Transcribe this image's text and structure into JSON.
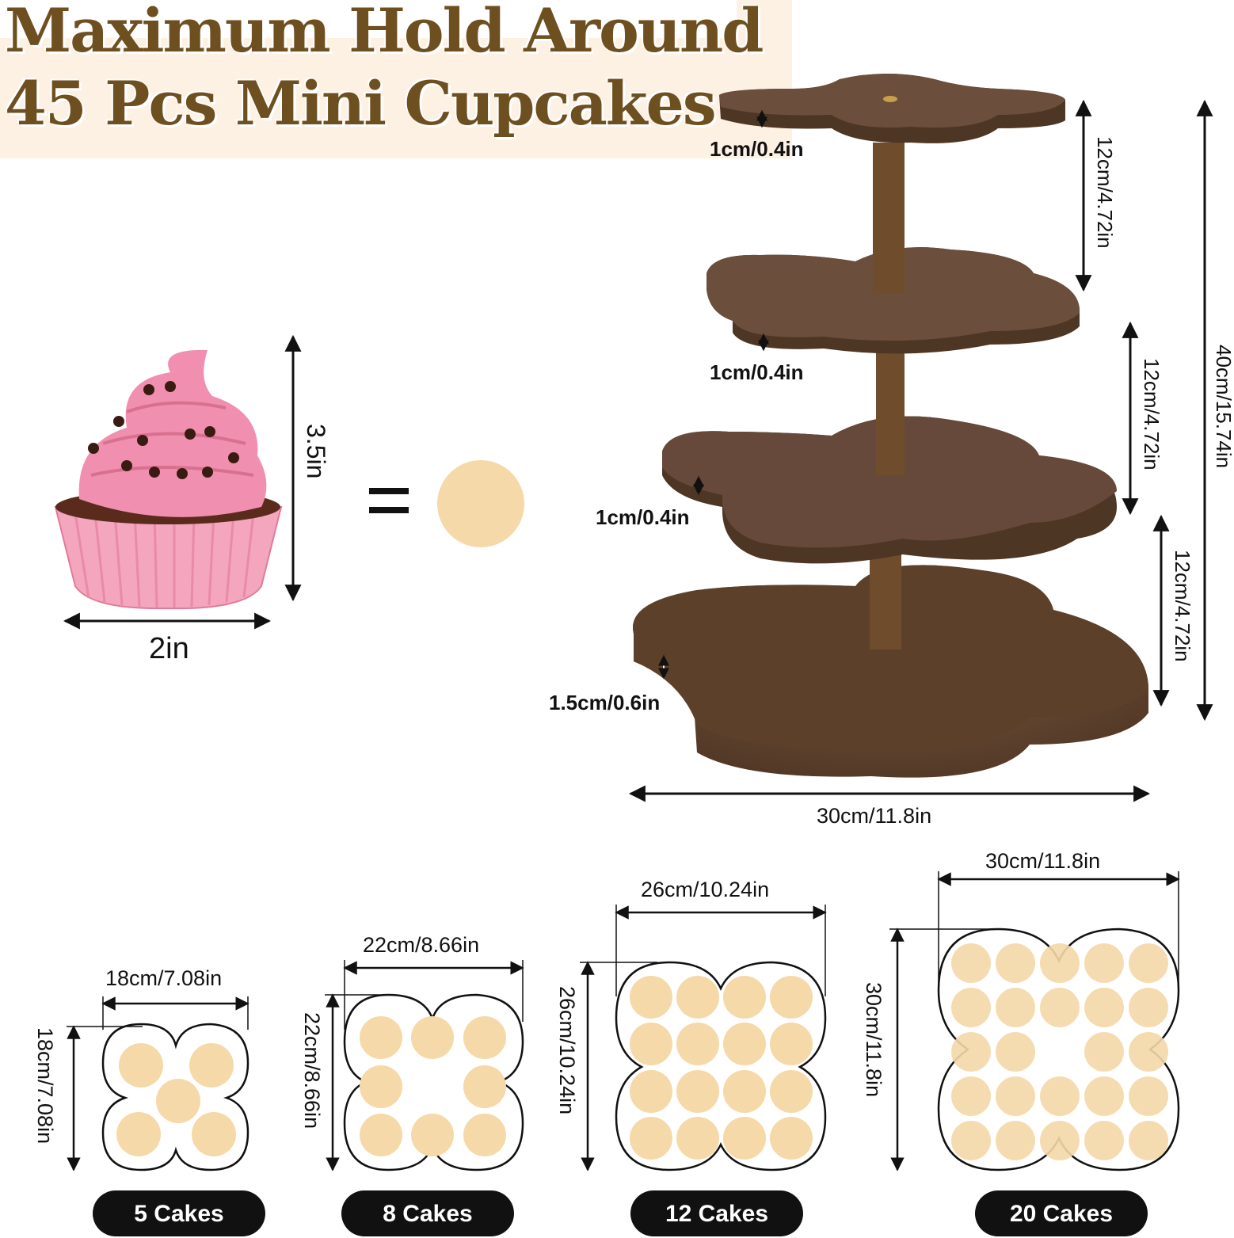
{
  "title": {
    "line1": "Maximum Hold Around",
    "line2": "45 Pcs Mini Cupcakes"
  },
  "cupcake": {
    "height": "3.5in",
    "width": "2in"
  },
  "stand": {
    "thickness_top": "1cm/0.4in",
    "thickness_second": "1cm/0.4in",
    "thickness_third": "1cm/0.4in",
    "thickness_base": "1.5cm/0.6in",
    "gap_top": "12cm/4.72in",
    "gap_middle": "12cm/4.72in",
    "gap_bottom": "12cm/4.72in",
    "total_height": "40cm/15.74in",
    "total_width": "30cm/11.8in"
  },
  "tiers": [
    {
      "width": "18cm/7.08in",
      "height": "18cm/7.08in",
      "label": "5 Cakes"
    },
    {
      "width": "22cm/8.66in",
      "height": "22cm/8.66in",
      "label": "8 Cakes"
    },
    {
      "width": "26cm/10.24in",
      "height": "26cm/10.24in",
      "label": "12 Cakes"
    },
    {
      "width": "30cm/11.8in",
      "height": "30cm/11.8in",
      "label": "20 Cakes"
    }
  ],
  "colors": {
    "title": "#6e4f1f",
    "wood": "#5a3f2a",
    "cake_dot": "#f5d9a8",
    "pill": "#111111"
  }
}
